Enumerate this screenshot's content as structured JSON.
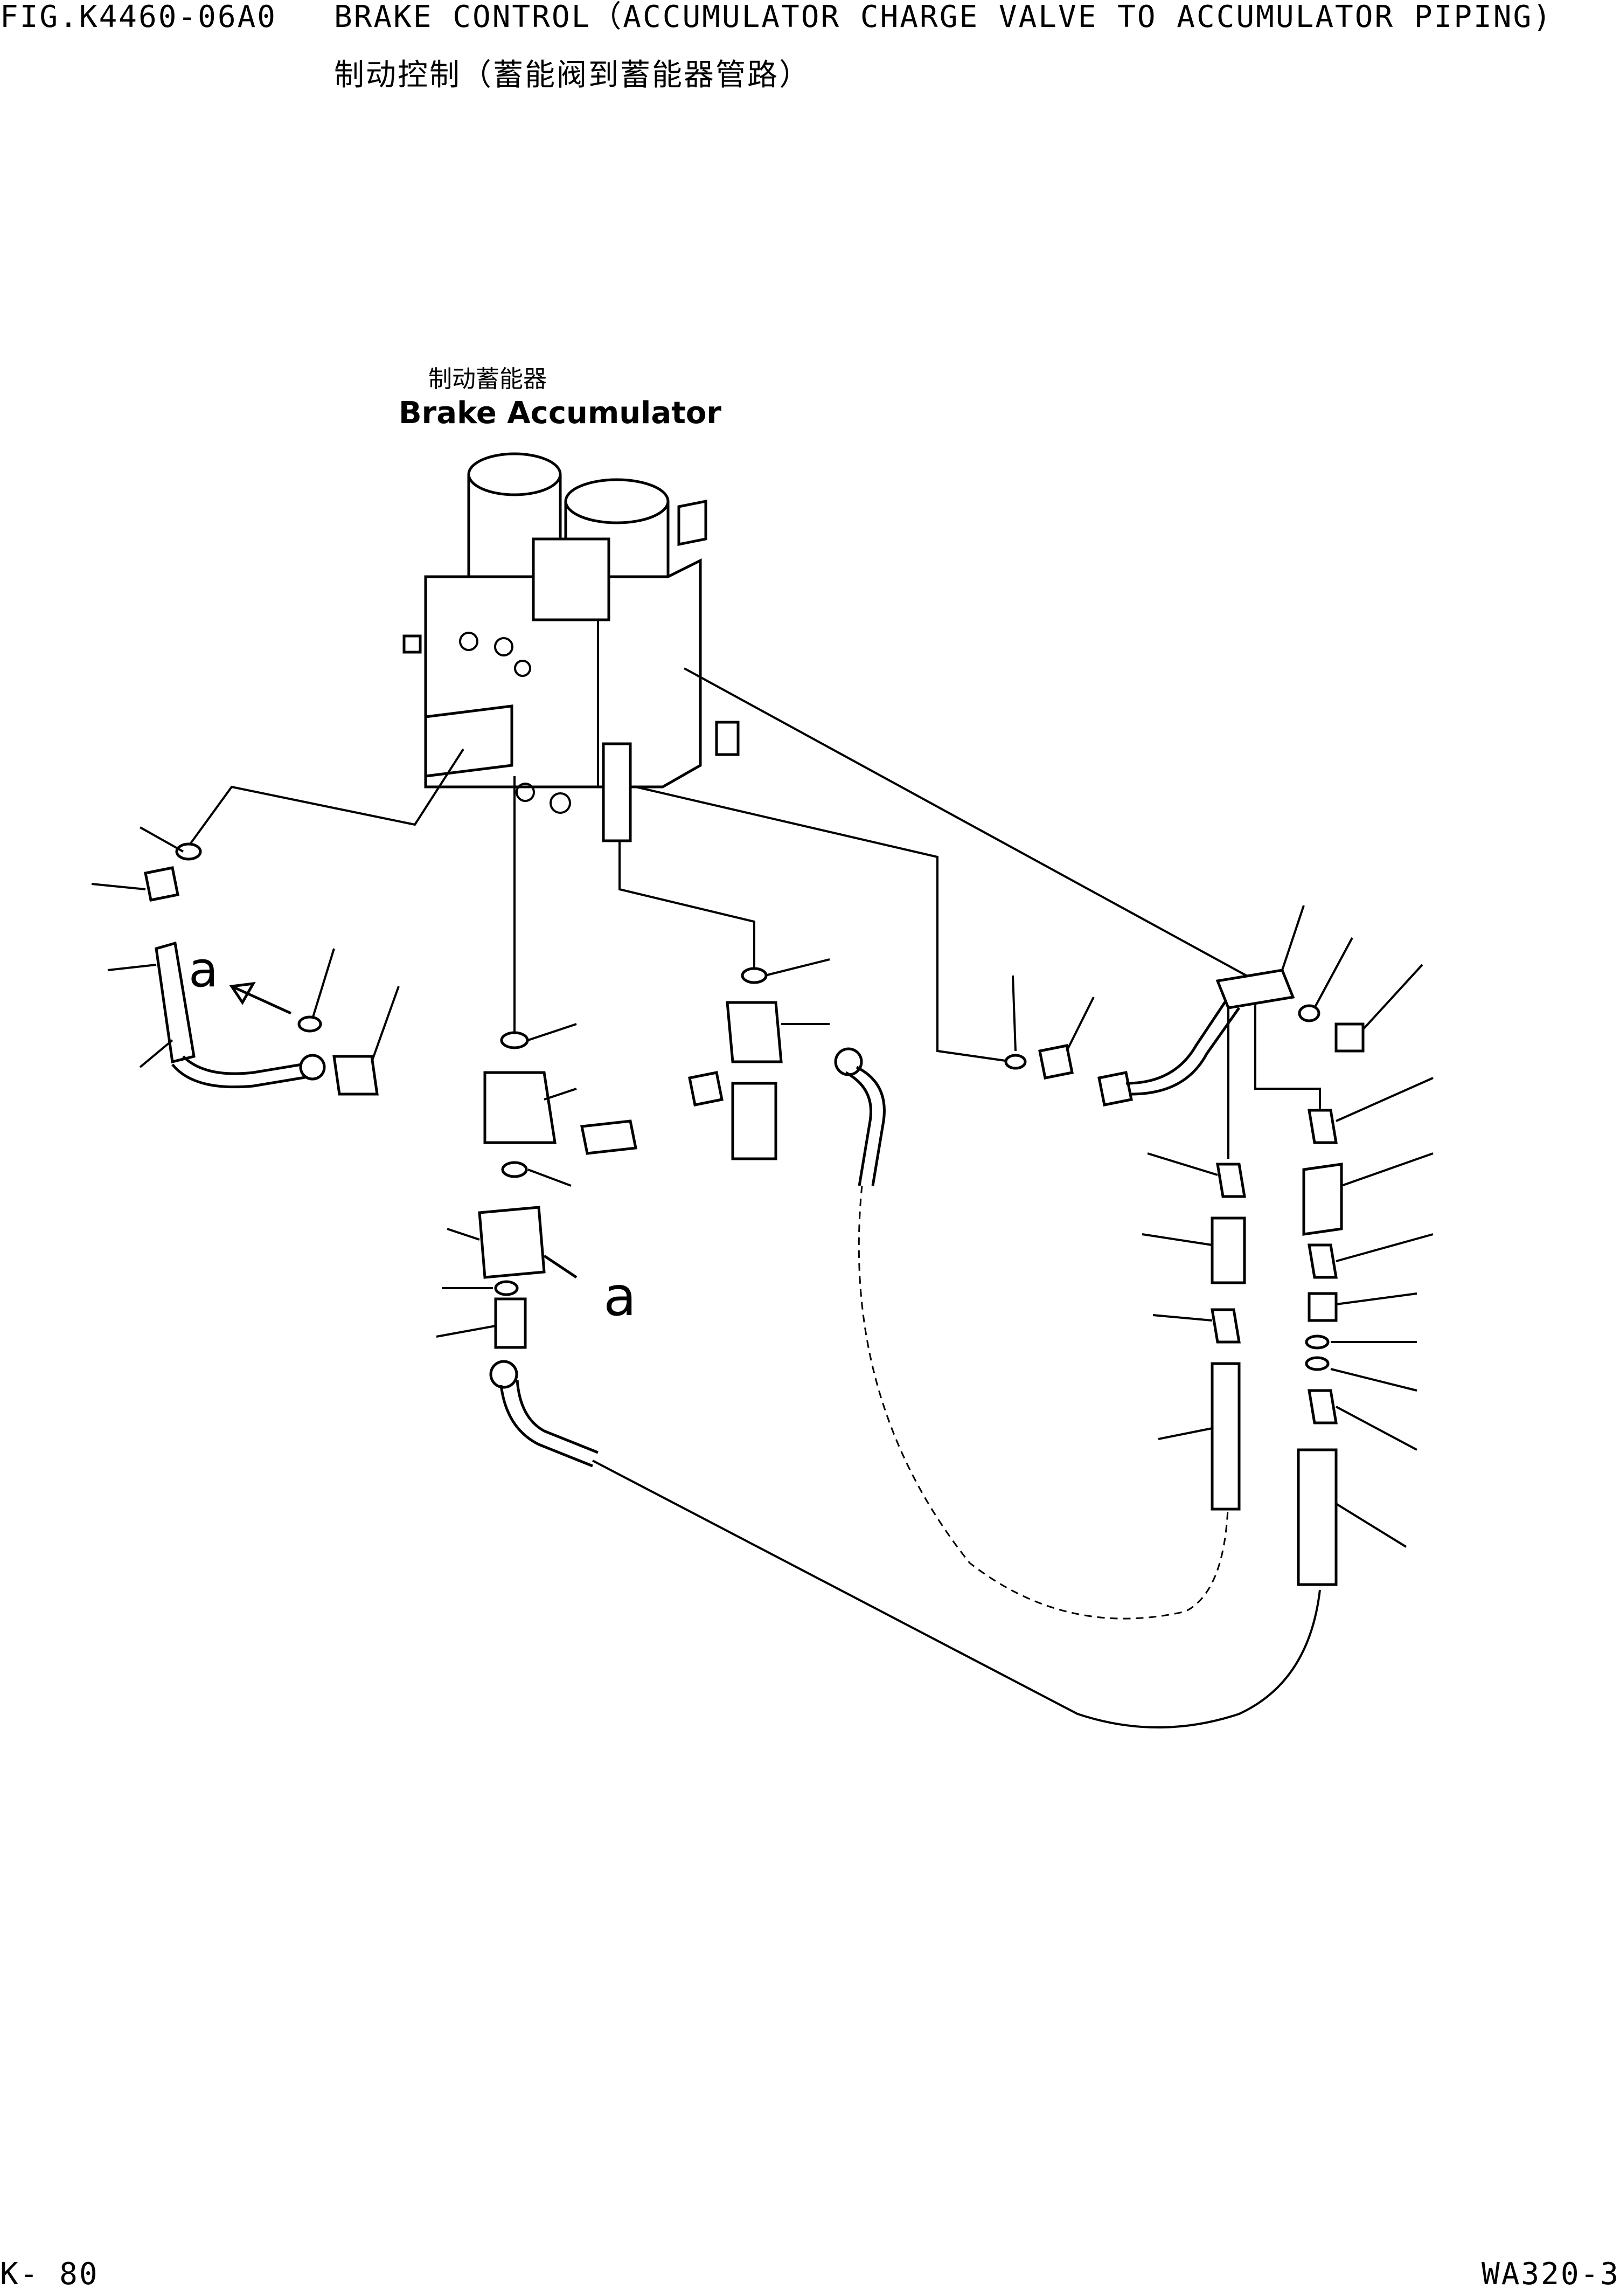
{
  "header": {
    "figure_number": "FIG.K4460-06A0",
    "title_en": "BRAKE CONTROL（ACCUMULATOR CHARGE VALVE TO ACCUMULATOR PIPING)",
    "title_cn": "制动控制（蓄能阀到蓄能器管路）"
  },
  "diagram": {
    "label_cn": "制动蓄能器",
    "label_en": "Brake Accumulator",
    "view_mark": "a"
  },
  "footer": {
    "page": "K- 80",
    "model": "WA320-3"
  }
}
